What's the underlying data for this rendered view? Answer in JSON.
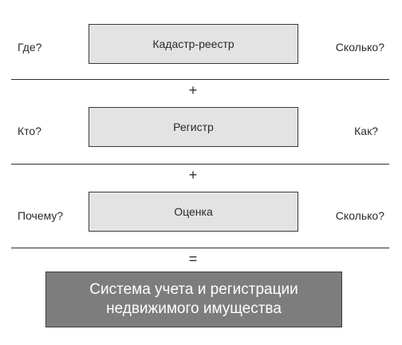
{
  "rows": [
    {
      "left_question": "Где?",
      "box_label": "Кадастр-реестр",
      "right_question": "Сколько?"
    },
    {
      "left_question": "Кто?",
      "box_label": "Регистр",
      "right_question": "Как?"
    },
    {
      "left_question": "Почему?",
      "box_label": "Оценка",
      "right_question": "Сколько?"
    }
  ],
  "operators": [
    "+",
    "+",
    "="
  ],
  "result": {
    "line1": "Система учета и регистрации",
    "line2": "недвижимого имущества"
  }
}
